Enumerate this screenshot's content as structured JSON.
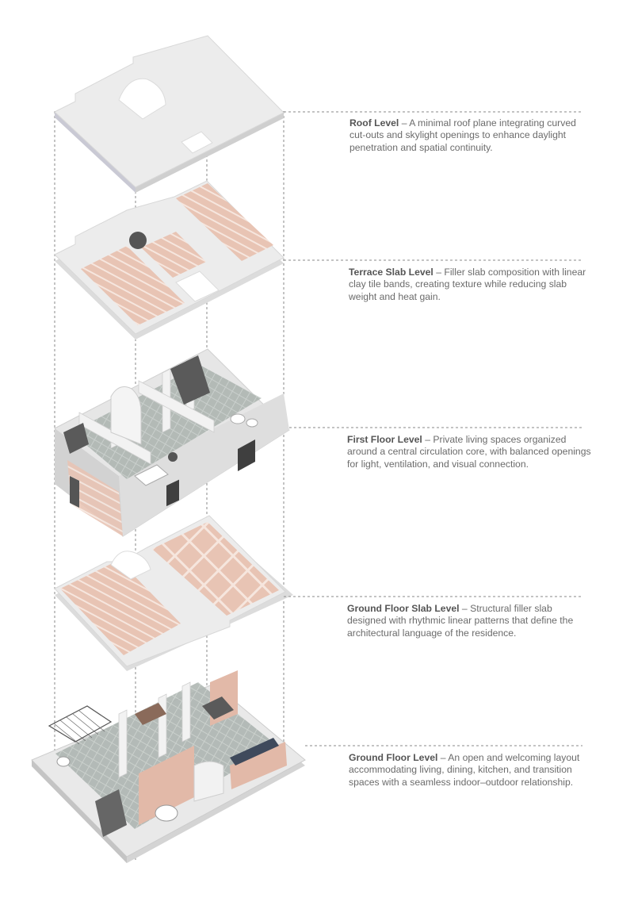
{
  "levels": [
    {
      "id": "roof",
      "title": "Roof Level",
      "description": "A minimal roof plane integrating curved cut-outs and skylight openings to enhance daylight penetration and spatial continuity."
    },
    {
      "id": "terrace-slab",
      "title": "Terrace Slab Level",
      "description": "Filler slab composition with linear clay tile bands, creating texture while reducing slab weight and heat gain."
    },
    {
      "id": "first-floor",
      "title": "First Floor Level",
      "description": "Private living spaces organized around a central circulation core, with balanced openings for light, ventilation, and visual connection."
    },
    {
      "id": "ground-slab",
      "title": "Ground Floor Slab Level",
      "description": "Structural filler slab designed with rhythmic linear patterns that define the architectural language of the residence."
    },
    {
      "id": "ground-floor",
      "title": "Ground Floor Level",
      "description": "An open and welcoming layout accommodating living, dining, kitchen, and transition spaces with a seamless indoor–outdoor relationship."
    }
  ],
  "separator": " – ",
  "colors": {
    "slab_white": "#ececec",
    "slab_edge": "#cfcfcf",
    "clay_tile": "#e8c4b4",
    "clay_line": "#f6e6de",
    "wall_pink": "#e2b9a8",
    "floor_grey": "#a9b1ad",
    "dark": "#4a4a4a",
    "leader_line": "#888888",
    "text": "#6b6b6b"
  }
}
